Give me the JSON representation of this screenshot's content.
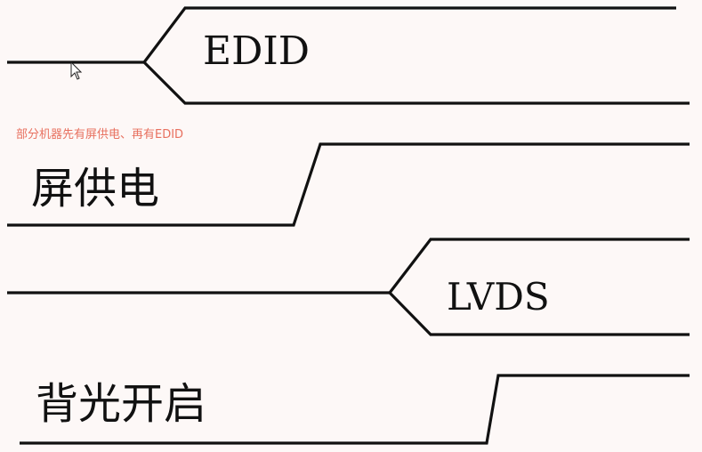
{
  "signals": {
    "edid": "EDID",
    "panel_power": "屏供电",
    "lvds": "LVDS",
    "backlight": "背光开启"
  },
  "note": "部分机器先有屏供电、再有EDID",
  "colors": {
    "note": "#e8705f",
    "line": "#111111",
    "background": "#fdf8f7"
  }
}
